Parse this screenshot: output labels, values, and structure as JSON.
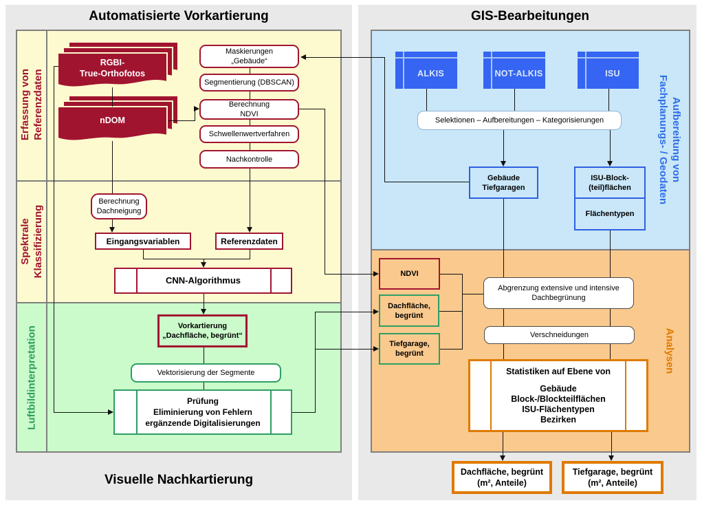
{
  "titles": {
    "left_top": "Automatisierte Vorkartierung",
    "right_top": "GIS-Bearbeitungen",
    "left_bottom": "Visuelle Nachkartierung"
  },
  "colors": {
    "dark_red": "#a11430",
    "green": "#2e9e62",
    "blue_accent": "#2e6ee8",
    "orange": "#df7a00",
    "yellow_bg": "#fdfacf",
    "green_bg": "#cbfbcb",
    "blue_bg": "#c9e7f9",
    "orange_bg": "#fac98e",
    "db_blue": "#3565f2"
  },
  "icons": {
    "rgbi_stack": "document-stack-icon",
    "ndom_stack": "document-stack-icon",
    "alkis": "database-table-icon",
    "not_alkis": "database-table-icon",
    "isu": "database-table-icon"
  },
  "left": {
    "section_labels": {
      "erfassung": {
        "line1": "Erfassung von",
        "line2": "Referenzdaten"
      },
      "spektrale": {
        "line1": "Spektrale",
        "line2": "Klassifizierung"
      },
      "luftbild": {
        "line1": "Luftbildinterpretation"
      }
    },
    "rgbi": {
      "line1": "RGBI-",
      "line2": "True-Orthofotos"
    },
    "ndom": {
      "line1": "nDOM"
    },
    "maskierungen": {
      "line1": "Maskierungen",
      "line2": "„Gebäude“"
    },
    "segmentierung": {
      "line1": "Segmentierung (DBSCAN)"
    },
    "berechnung_ndvi": {
      "line1": "Berechnung",
      "line2": "NDVI"
    },
    "schwellenwert": {
      "line1": "Schwellenwertverfahren"
    },
    "nachkontrolle": {
      "line1": "Nachkontrolle"
    },
    "berechnung_dachneigung": {
      "line1": "Berechnung",
      "line2": "Dachneigung"
    },
    "eingangsvariablen": {
      "line1": "Eingangsvariablen"
    },
    "referenzdaten": {
      "line1": "Referenzdaten"
    },
    "cnn": {
      "line1": "CNN-Algorithmus"
    },
    "vorkartierung": {
      "line1": "Vorkartierung",
      "line2": "„Dachfläche, begrünt“"
    },
    "vektorisierung": {
      "line1": "Vektorisierung der Segmente"
    },
    "pruefung": {
      "line1": "Prüfung",
      "line2": "Eliminierung von Fehlern",
      "line3": "ergänzende Digitalisierungen"
    }
  },
  "right": {
    "section_labels": {
      "aufbereitung": {
        "line1": "Aufbereitung von",
        "line2": "Fachplanungs- / Geodaten"
      },
      "analysen": {
        "line1": "Analysen"
      }
    },
    "alkis": "ALKIS",
    "not_alkis": "NOT-ALKIS",
    "isu": "ISU",
    "selektionen": {
      "line1": "Selektionen – Aufbereitungen – Kategorisierungen"
    },
    "gebaeude_tiefgaragen": {
      "line1": "Gebäude",
      "line2": "Tiefgaragen"
    },
    "isu_block": {
      "line1": "ISU-Block-",
      "line2": "(teil)flächen"
    },
    "flaechentypen": {
      "line1": "Flächentypen"
    },
    "ndvi": {
      "line1": "NDVI"
    },
    "dachflaeche_begruent": {
      "line1": "Dachfläche,",
      "line2": "begrünt"
    },
    "tiefgarage_begruent": {
      "line1": "Tiefgarage,",
      "line2": "begrünt"
    },
    "abgrenzung": {
      "line1": "Abgrenzung extensive und intensive",
      "line2": "Dachbegrünung"
    },
    "verschneidungen": {
      "line1": "Verschneidungen"
    },
    "statistiken": {
      "title": "Statistiken auf Ebene von",
      "line1": "Gebäude",
      "line2": "Block-/Blockteilflächen",
      "line3": "ISU-Flächentypen",
      "line4": "Bezirken"
    },
    "output_dach": {
      "line1": "Dachfläche, begrünt",
      "line2": "(m², Anteile)"
    },
    "output_tiefgarage": {
      "line1": "Tiefgarage, begrünt",
      "line2": "(m², Anteile)"
    }
  }
}
